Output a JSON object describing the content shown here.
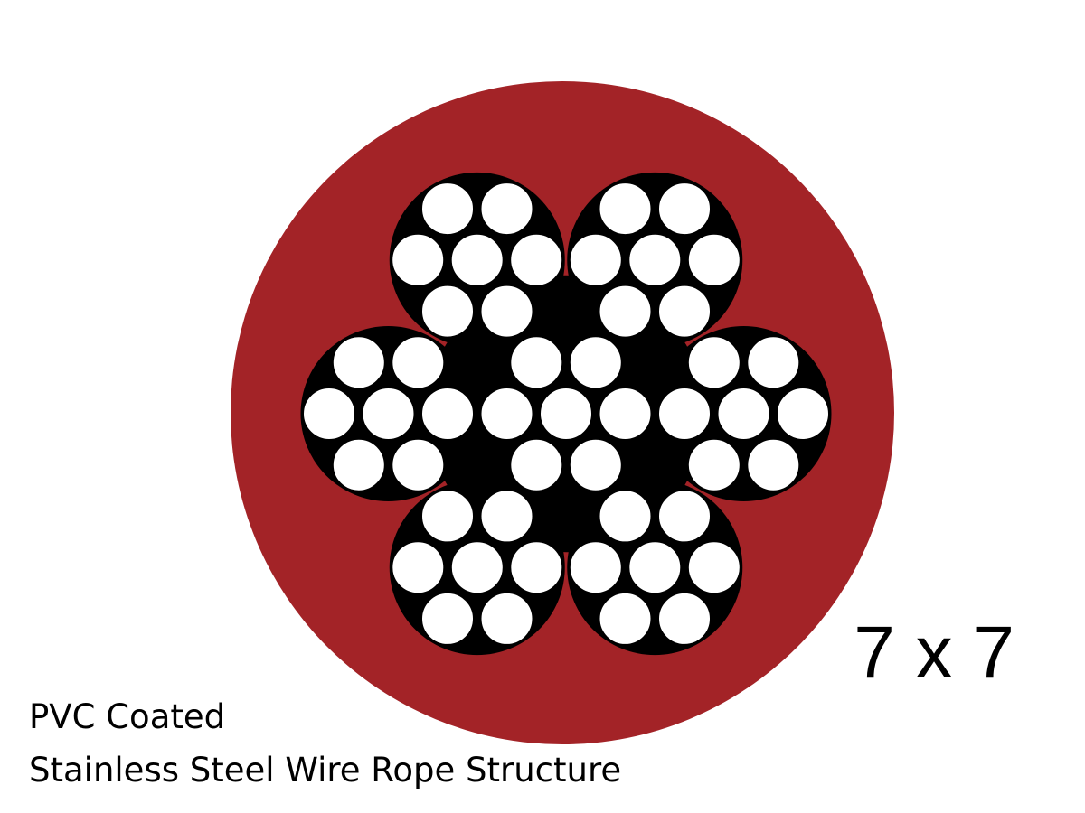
{
  "diagram": {
    "construction_label": "7 x 7",
    "caption": {
      "line1": "PVC Coated",
      "line2": "Stainless Steel Wire Rope Structure"
    },
    "rope": {
      "strand_count": 7,
      "wires_per_strand": 7
    },
    "colors": {
      "coating": "#a32327",
      "core_fill": "#000000",
      "wire": "#ffffff",
      "wire_outline": "#000000"
    }
  }
}
